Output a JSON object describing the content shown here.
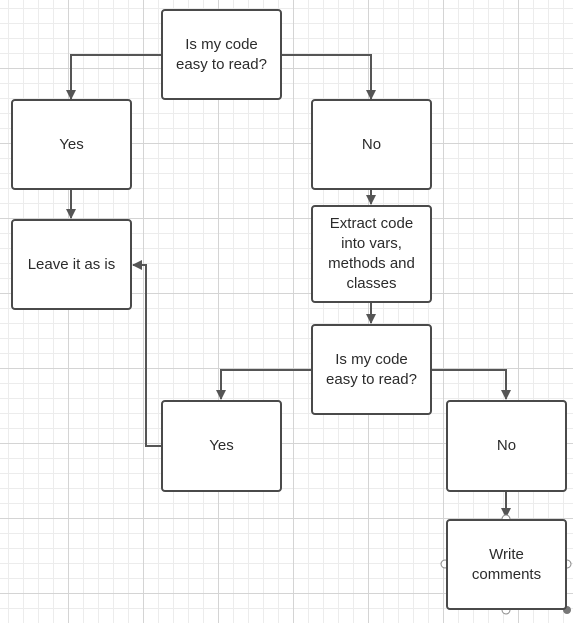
{
  "nodes": {
    "question_1": "Is my code\neasy to read?",
    "yes_1": "Yes",
    "no_1": "No",
    "leave_it": "Leave it as is",
    "extract_code": "Extract code\ninto vars,\nmethods and\nclasses",
    "question_2": "Is my code\neasy to read?",
    "yes_2": "Yes",
    "no_2": "No",
    "write_comments": "Write\ncomments"
  },
  "colors": {
    "line": "#555555",
    "box_border": "#4a4a4a",
    "text": "#2b2b2b"
  }
}
